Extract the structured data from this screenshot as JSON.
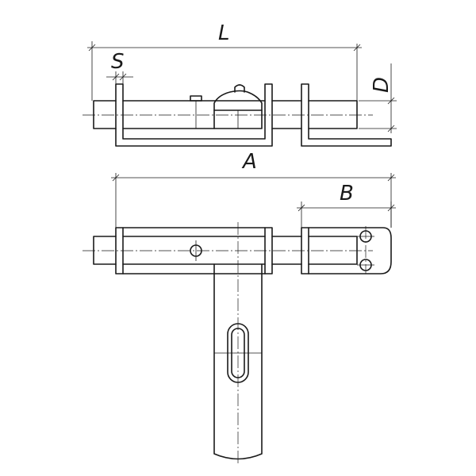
{
  "dimensions": {
    "L": "L",
    "S": "S",
    "D": "D",
    "A": "A",
    "B": "B"
  },
  "colors": {
    "line": "#1a1a1a",
    "background": "#ffffff"
  }
}
